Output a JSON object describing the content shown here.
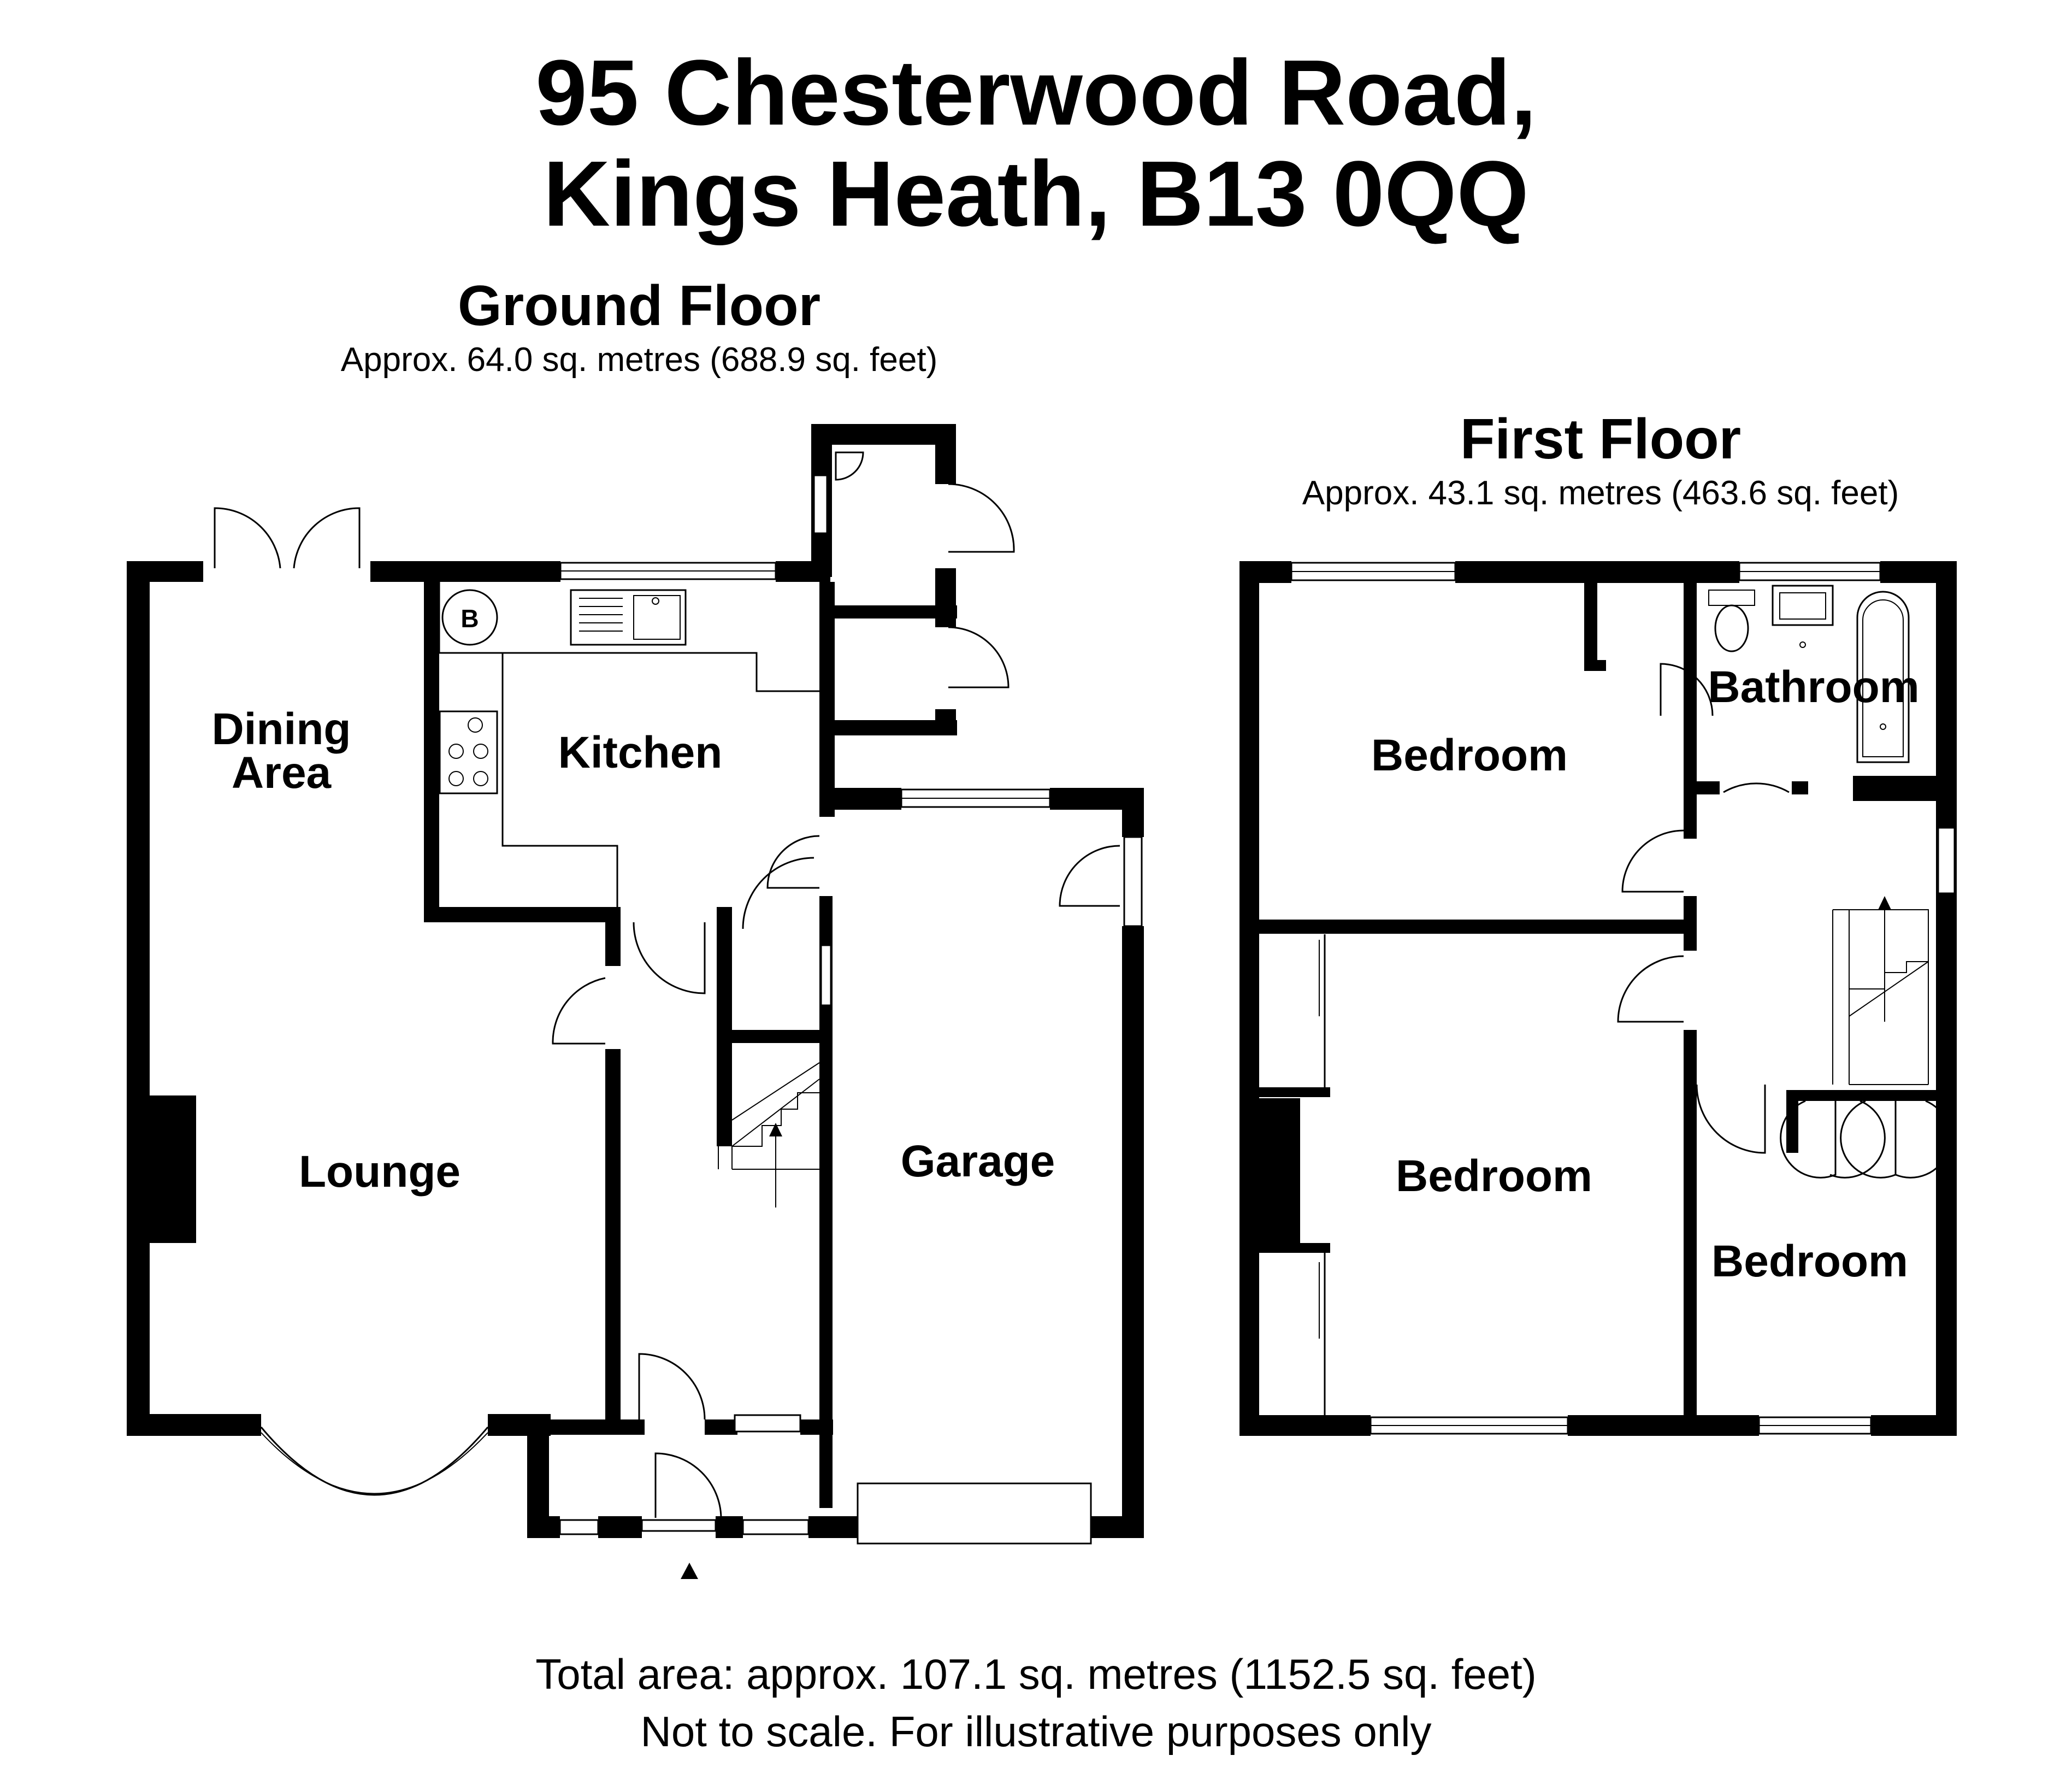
{
  "header": {
    "title_line1": "95 Chesterwood Road,",
    "title_line2": "Kings Heath, B13 0QQ"
  },
  "ground_floor": {
    "title": "Ground Floor",
    "area": "Approx. 64.0 sq. metres (688.9 sq. feet)",
    "rooms": {
      "dining_line1": "Dining",
      "dining_line2": "Area",
      "kitchen": "Kitchen",
      "lounge": "Lounge",
      "garage": "Garage",
      "boiler": "B"
    }
  },
  "first_floor": {
    "title": "First Floor",
    "area": "Approx. 43.1 sq. metres (463.6 sq. feet)",
    "rooms": {
      "bedroom_1": "Bedroom",
      "bathroom": "Bathroom",
      "bedroom_2": "Bedroom",
      "bedroom_3": "Bedroom"
    }
  },
  "footer": {
    "total_area": "Total area: approx. 107.1 sq. metres (1152.5 sq. feet)",
    "disclaimer": "Not to scale. For illustrative purposes only"
  }
}
